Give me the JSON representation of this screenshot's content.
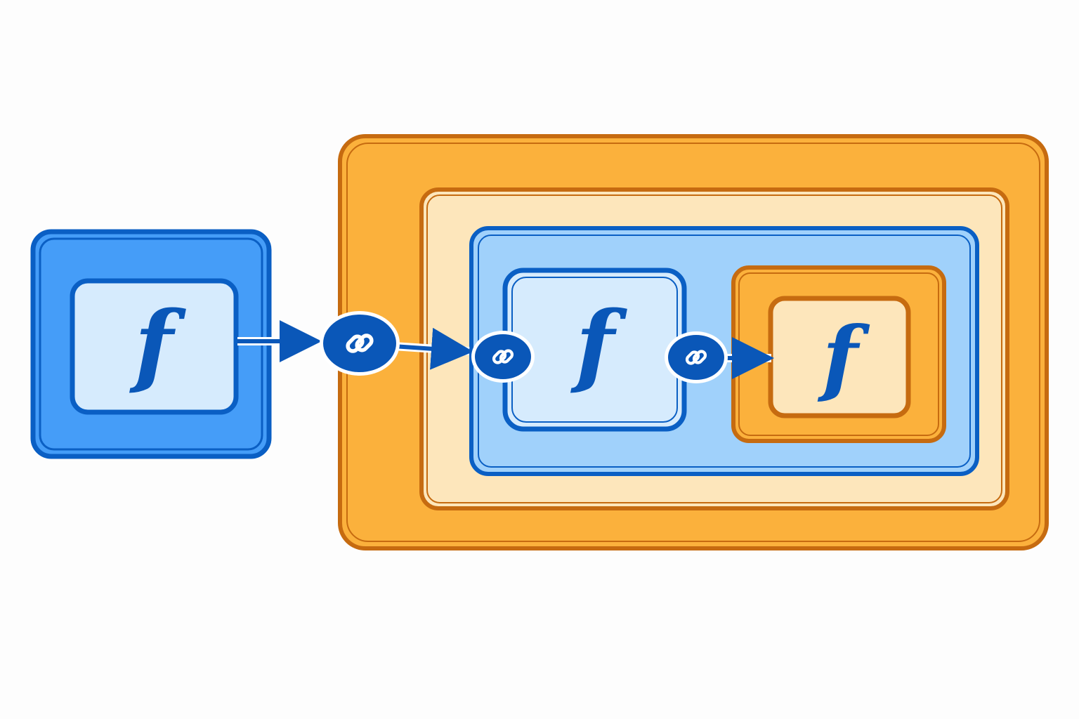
{
  "diagram": {
    "function_symbol": "f",
    "colors": {
      "background": "#fdfdfd",
      "blue_outer_fill": "#459df8",
      "blue_stroke": "#0a5fc4",
      "blue_light_fill": "#d6ebfd",
      "blue_mid_fill": "#a0d1fb",
      "orange_fill": "#fbb13c",
      "orange_stroke": "#c66b10",
      "cream_fill": "#fde6bb",
      "link_badge_fill": "#0a57b8",
      "link_icon_color": "#ffffff",
      "symbol_color": "#0a57b8"
    },
    "nodes": [
      {
        "id": "standalone-function",
        "label": "f"
      },
      {
        "id": "inner-blue-function",
        "label": "f"
      },
      {
        "id": "inner-orange-function",
        "label": "f"
      }
    ],
    "links": [
      {
        "from": "standalone-function",
        "to": "outer-orange-container",
        "icon": "link-icon"
      },
      {
        "from": "outer-orange-container",
        "to": "inner-blue-function",
        "icon": "link-icon"
      },
      {
        "from": "inner-blue-function",
        "to": "inner-orange-function",
        "icon": "link-icon"
      }
    ]
  }
}
